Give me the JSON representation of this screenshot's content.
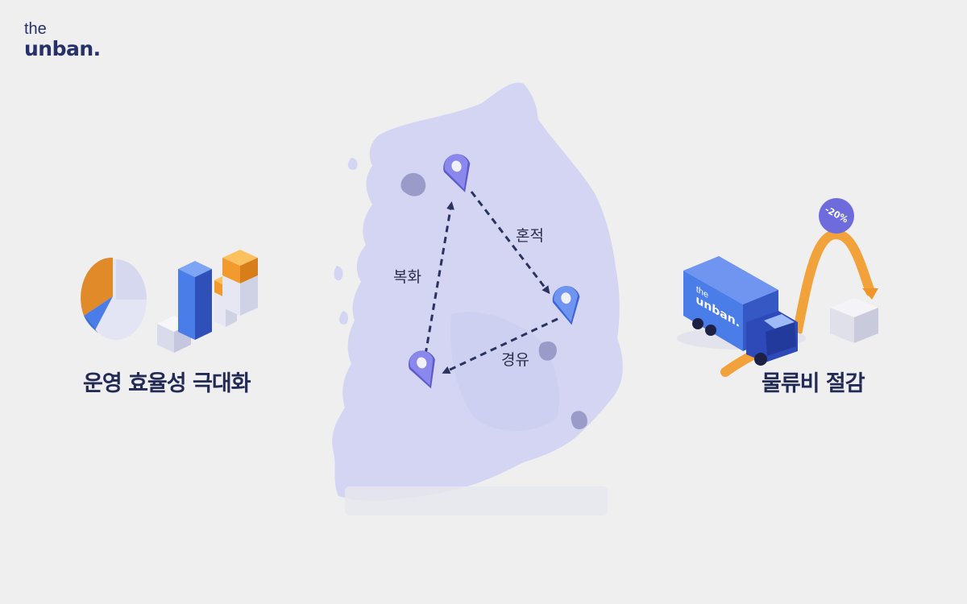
{
  "logo": {
    "line1": "the",
    "line2": "unban."
  },
  "left": {
    "caption": "운영 효율성 극대화"
  },
  "right": {
    "caption": "물류비 절감",
    "discount_badge": "-20%",
    "truck_brand_line1": "the",
    "truck_brand_line2": "unban."
  },
  "map": {
    "routes": [
      {
        "label": "혼적"
      },
      {
        "label": "복화"
      },
      {
        "label": "경유"
      }
    ]
  },
  "colors": {
    "navy": "#26306a",
    "map": "#d3d5f2",
    "pin": "#6e6cdc",
    "blue": "#4a74ec",
    "orange": "#f2a23a"
  }
}
